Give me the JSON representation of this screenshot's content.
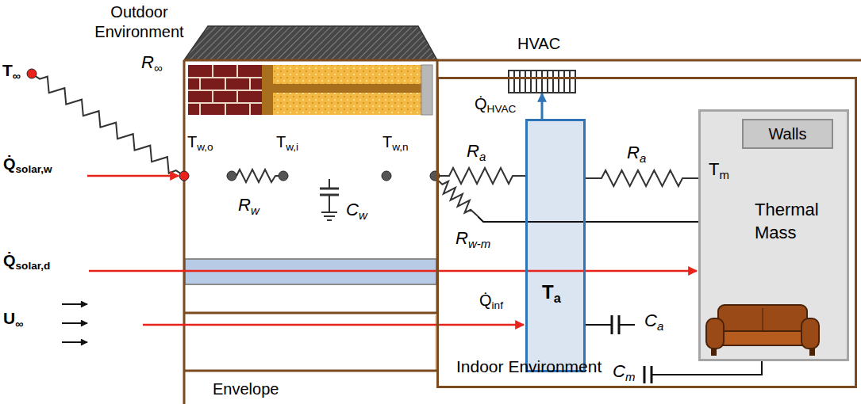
{
  "diagram": {
    "nodes": [
      {
        "text": [
          "HVAC"
        ]
      },
      {
        "text": [
          "Indoor Environment"
        ]
      },
      {
        "text": [
          "Ta"
        ],
        "in": 1
      },
      {
        "text": [
          "Tm",
          "Thermal Mass"
        ],
        "in": 1
      },
      {
        "text": [
          "Walls"
        ],
        "in": 3
      }
    ],
    "edges": [
      {
        "from": 2,
        "to": 0,
        "arrow": "to",
        "label": "Q̇HVAC"
      },
      {
        "from": 2,
        "to": 3,
        "arrow": "none",
        "label": "Ra"
      }
    ],
    "labels": [
      "Outdoor Environment",
      "T∞",
      "R∞",
      "Q̇solar,w",
      "Q̇solar,d",
      "U∞",
      "Tw,o",
      "Tw,i",
      "Tw,n",
      "Rw",
      "Cw",
      "Ra",
      "Rw-m",
      "Q̇inf",
      "Ca",
      "Cm",
      "Envelope"
    ]
  }
}
